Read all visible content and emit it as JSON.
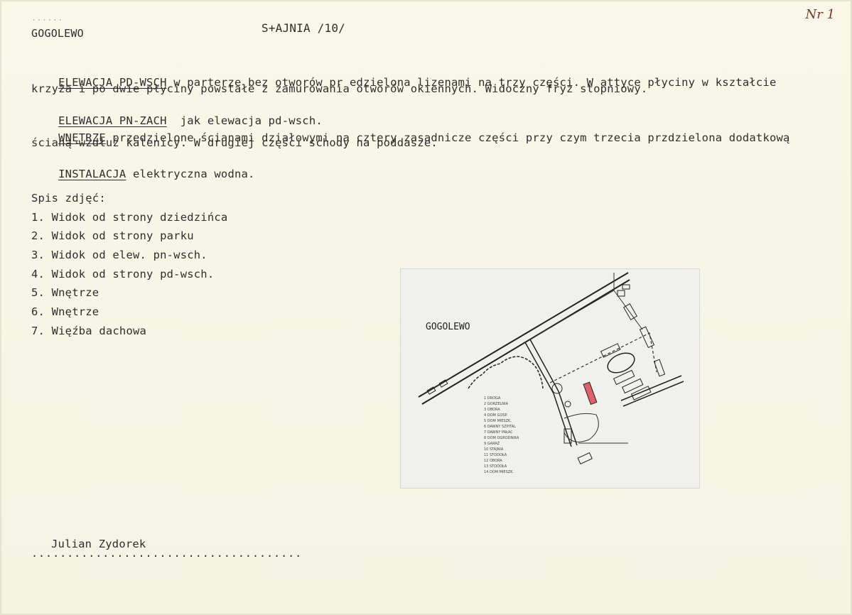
{
  "header": {
    "place": "GOGOLEWO",
    "stamp": "S+AJNIA /10/",
    "faint_stamp": "......",
    "sheet_no": "Nr 1"
  },
  "sections": [
    {
      "heading": "ELEWACJA PD-WSCH",
      "lines": [
        " w parterze bez otworów pr edzielona lizenami na trzy części. W attyce płyciny w kształcie",
        "krzyża i po dwie płyciny powstałe z zamurowania otworów okiennych. Widoczny fryz stopniowy."
      ]
    },
    {
      "heading": "ELEWACJA PN-ZACH",
      "lines": [
        "  jak elewacja pd-wsch."
      ]
    },
    {
      "heading": "WNĘTRZE",
      "lines": [
        " przedzielone ścianami działowymi na cztery zasadnicze części przy czym trzecia przdzielona dodatkową",
        "ścianą wzdłuż kalenicy. W drugiej części schody na poddasze."
      ]
    },
    {
      "heading": "INSTALACJA",
      "lines": [
        " elektryczna wodna."
      ]
    }
  ],
  "photo_list": {
    "title": "Spis zdjęć:",
    "items": [
      "1. Widok od strony dziedzińca",
      "2. Widok od strony parku",
      "3. Widok od elew. pn-wsch.",
      "4. Widok od strony pd-wsch.",
      "5. Wnętrze",
      "6. Wnętrze",
      "7. Więźba dachowa"
    ]
  },
  "map": {
    "title": "GOGOLEWO",
    "legend": [
      "1 DROGA",
      "2 GORZELNIA",
      "3 OBORA",
      "4 DOM GOSP.",
      "5 DOM MIESZK.",
      "6 DAWNY SZPITAL",
      "7 DAWNY PAŁAC",
      "8 DOM OGRODNIKA",
      "9 GARAŻ",
      "10 STAJNIA",
      "11 STODOŁA",
      "12 OBORA",
      "13 STODOŁA",
      "14 DOM MIESZK."
    ]
  },
  "signature": {
    "name": "Julian Zydorek",
    "dots": "......................................"
  }
}
